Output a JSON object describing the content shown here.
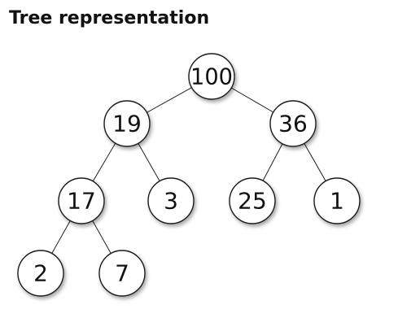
{
  "title": "Tree representation",
  "tree": {
    "nodes": [
      {
        "id": "n100",
        "label": "100"
      },
      {
        "id": "n19",
        "label": "19"
      },
      {
        "id": "n36",
        "label": "36"
      },
      {
        "id": "n17",
        "label": "17"
      },
      {
        "id": "n3",
        "label": "3"
      },
      {
        "id": "n25",
        "label": "25"
      },
      {
        "id": "n1",
        "label": "1"
      },
      {
        "id": "n2",
        "label": "2"
      },
      {
        "id": "n7",
        "label": "7"
      }
    ],
    "edges": [
      {
        "from": "n100",
        "to": "n19"
      },
      {
        "from": "n100",
        "to": "n36"
      },
      {
        "from": "n19",
        "to": "n17"
      },
      {
        "from": "n19",
        "to": "n3"
      },
      {
        "from": "n36",
        "to": "n25"
      },
      {
        "from": "n36",
        "to": "n1"
      },
      {
        "from": "n17",
        "to": "n2"
      },
      {
        "from": "n17",
        "to": "n7"
      }
    ]
  }
}
